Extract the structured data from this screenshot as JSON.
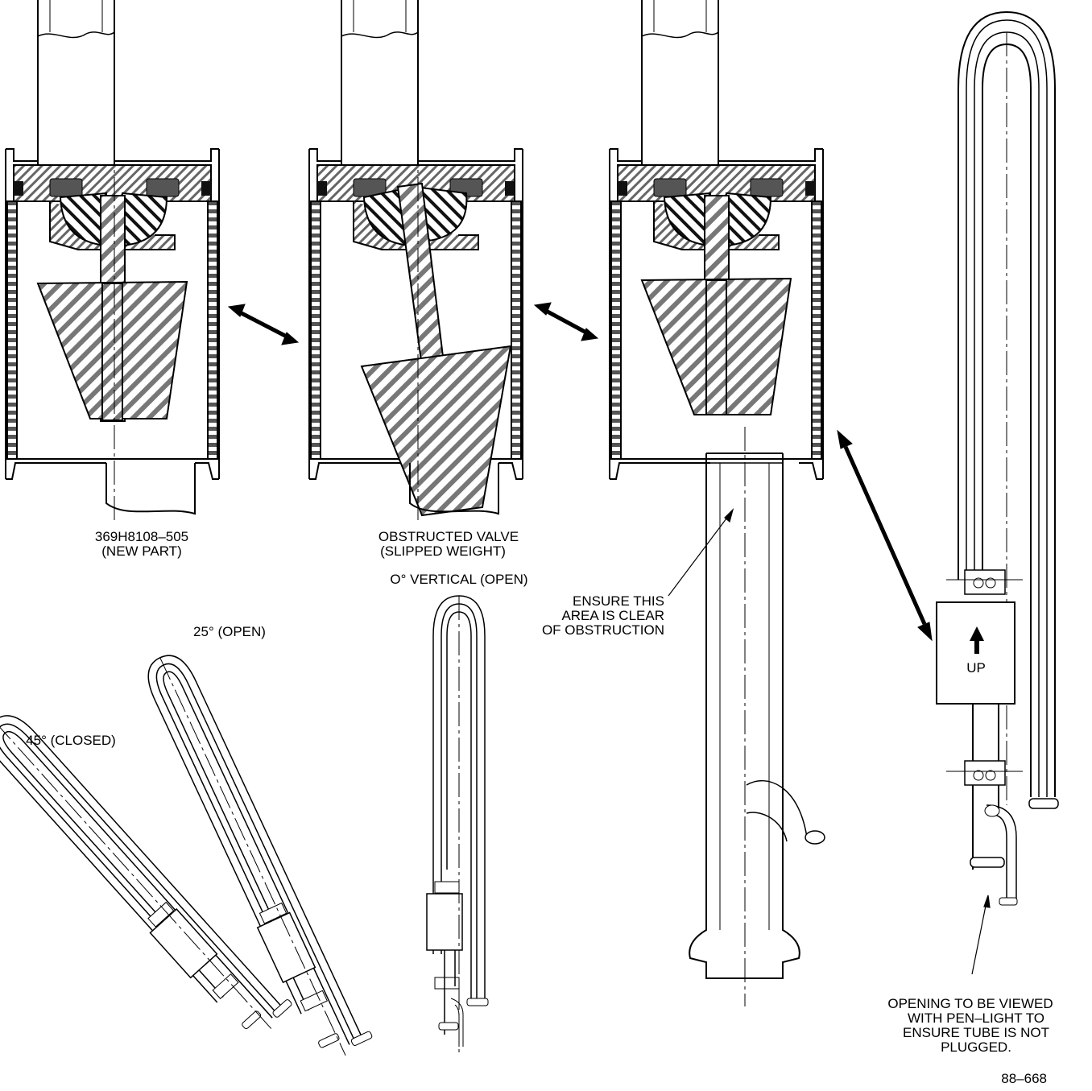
{
  "labels": {
    "new_part_l1": "369H8108–505",
    "new_part_l2": "(NEW PART)",
    "obstructed_l1": "OBSTRUCTED VALVE",
    "obstructed_l2": "(SLIPPED WEIGHT)",
    "ensure_l1": "ENSURE THIS",
    "ensure_l2": "AREA IS CLEAR",
    "ensure_l3": "OF OBSTRUCTION",
    "vertical": "O° VERTICAL (OPEN)",
    "deg25": "25° (OPEN)",
    "deg45": "45° (CLOSED)",
    "up": "UP",
    "opening_l1": "OPENING TO BE VIEWED",
    "opening_l2": "WITH PEN–LIGHT TO",
    "opening_l3": "ENSURE TUBE IS NOT",
    "opening_l4": "PLUGGED.",
    "figure_no": "88–668"
  },
  "icons": [
    "double-arrow-icon",
    "up-arrow-icon"
  ]
}
